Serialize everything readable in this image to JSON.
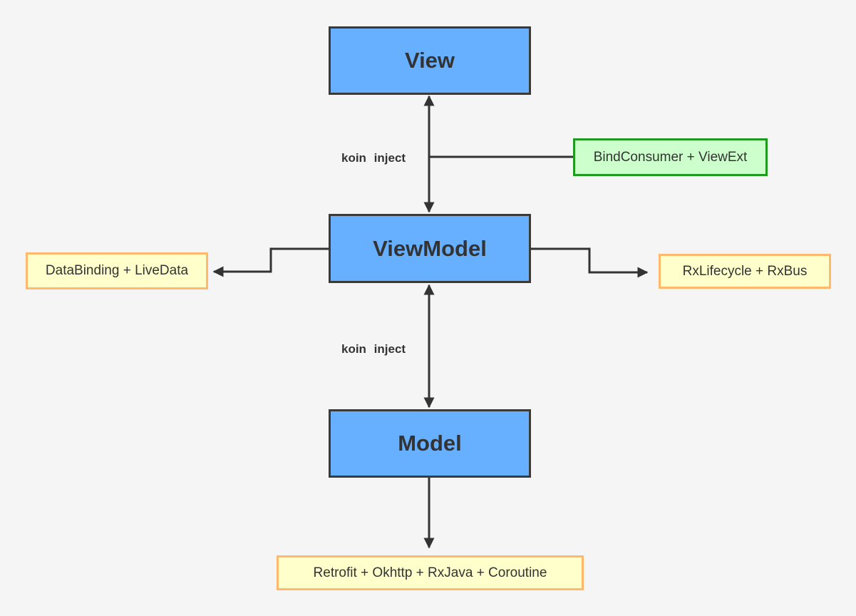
{
  "nodes": {
    "view": "View",
    "viewmodel": "ViewModel",
    "model": "Model",
    "bind_consumer": "BindConsumer + ViewExt",
    "databinding": "DataBinding + LiveData",
    "rxlifecycle": "RxLifecycle + RxBus",
    "retrofit": "Retrofit + Okhttp + RxJava + Coroutine"
  },
  "edges": {
    "view_viewmodel_label": "koin  inject",
    "viewmodel_model_label": "koin  inject"
  },
  "colors": {
    "main_fill": "#66b0ff",
    "main_border": "#3a3a3a",
    "yellow_fill": "#ffffcc",
    "yellow_border": "#ffb86c",
    "green_fill": "#ccffcc",
    "green_border": "#1f9a1f",
    "line": "#333333",
    "background": "#f5f5f5"
  }
}
